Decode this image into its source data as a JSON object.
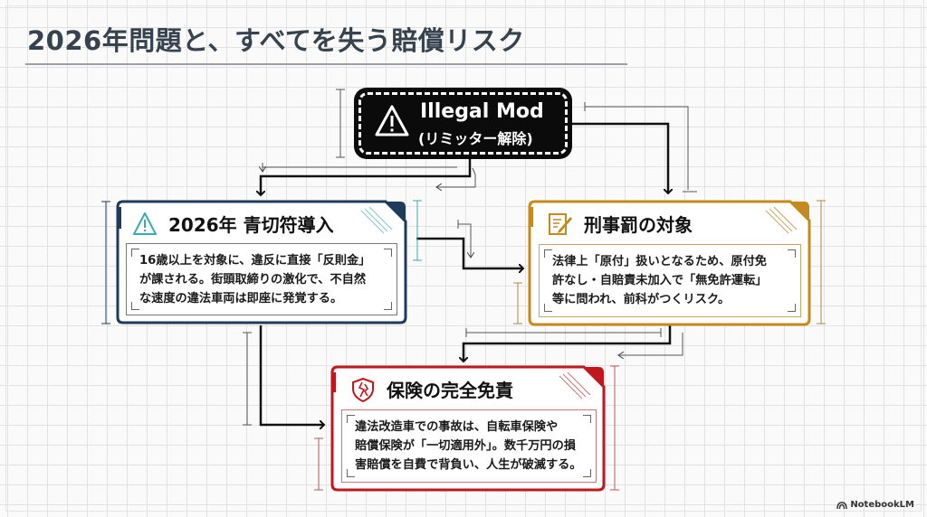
{
  "title": "2026年問題と、すべてを失う賠償リスク",
  "start_node": {
    "icon": "warning-icon",
    "title": "Illegal Mod",
    "subtitle": "(リミッター解除)"
  },
  "cards": [
    {
      "id": "blue-ticket",
      "icon": "warning-icon",
      "title": "2026年 青切符導入",
      "body_lines": [
        "16歳以上を対象に、違反に直接「反則金」",
        "が課される。街頭取締りの激化で、不自然",
        "な速度の違法車両は即座に発覚する。"
      ],
      "color": "#1e3a5c",
      "accent": "#3aa9b5"
    },
    {
      "id": "criminal",
      "icon": "document-edit-icon",
      "title": "刑事罰の対象",
      "body_lines": [
        "法律上「原付」扱いとなるため、原付免",
        "許なし・自賠責未加入で「無免許運転」",
        "等に問われ、前科がつくリスク。"
      ],
      "color": "#c48a1e",
      "accent": "#c48a1e"
    },
    {
      "id": "insurance",
      "icon": "broken-shield-icon",
      "title": "保険の完全免責",
      "body_lines": [
        "違法改造車での事故は、自転車保険や",
        "賠償保険が「一切適用外」。数千万円の損",
        "害賠償を自費で背負い、人生が破滅する。"
      ],
      "color": "#c0161e",
      "accent": "#b85a5a"
    }
  ],
  "branding": {
    "icon": "notebooklm-icon",
    "label": "NotebookLM"
  }
}
